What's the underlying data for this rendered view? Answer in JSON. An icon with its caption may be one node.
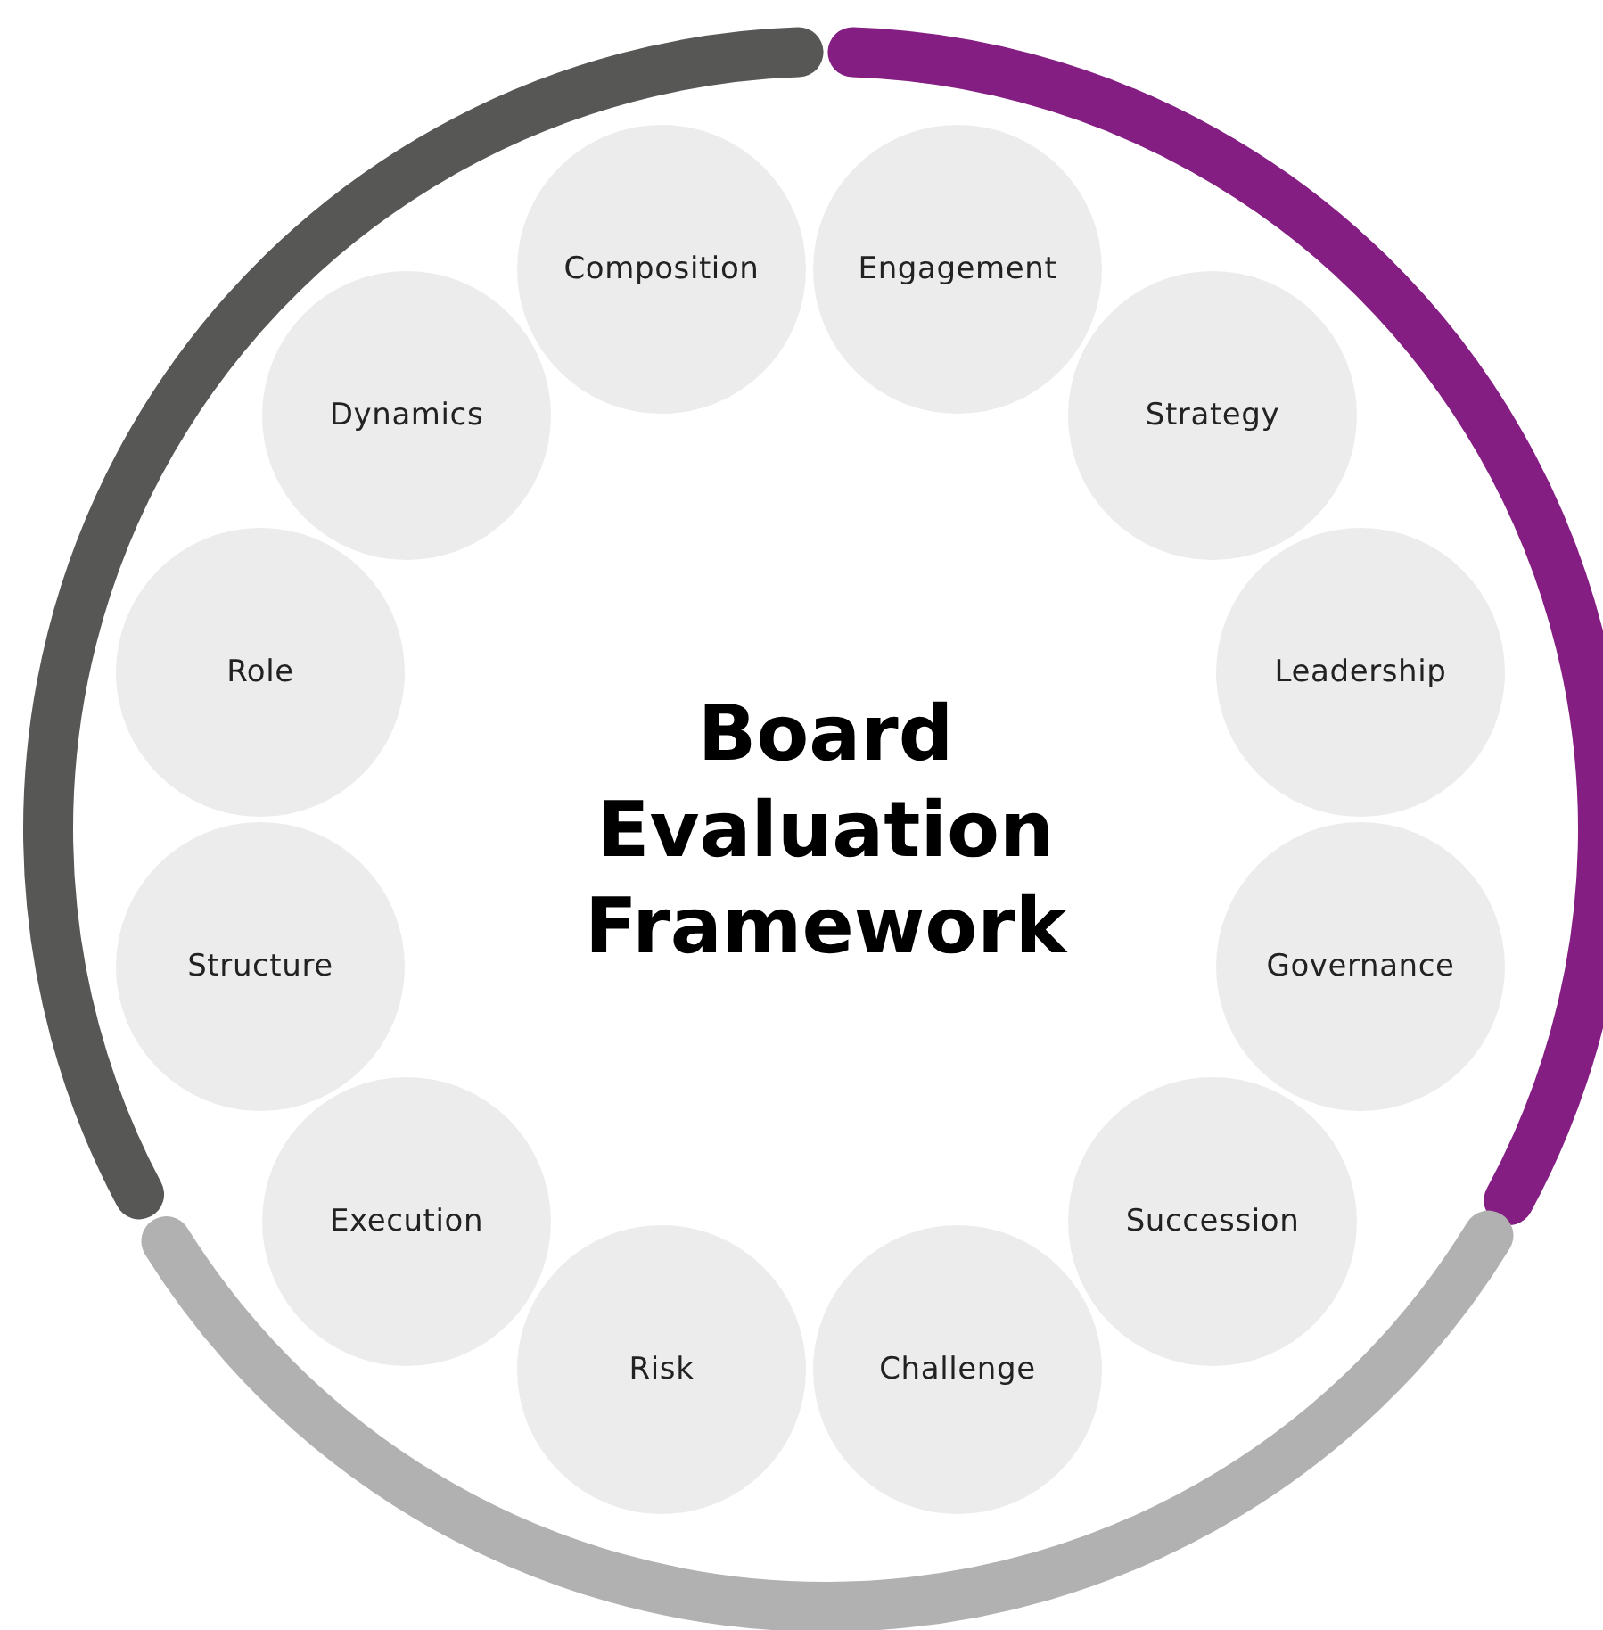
{
  "diagram": {
    "title": "Board Evaluation Framework",
    "nodes": [
      {
        "text": [
          "Composition"
        ]
      },
      {
        "text": [
          "Engagement"
        ]
      },
      {
        "text": [
          "Dynamics"
        ]
      },
      {
        "text": [
          "Strategy"
        ]
      },
      {
        "text": [
          "Role"
        ]
      },
      {
        "text": [
          "Leadership"
        ]
      },
      {
        "text": [
          "Structure"
        ]
      },
      {
        "text": [
          "Governance"
        ]
      },
      {
        "text": [
          "Execution"
        ]
      },
      {
        "text": [
          "Succession"
        ]
      },
      {
        "text": [
          "Risk"
        ]
      },
      {
        "text": [
          "Challenge"
        ]
      }
    ],
    "edges": []
  }
}
